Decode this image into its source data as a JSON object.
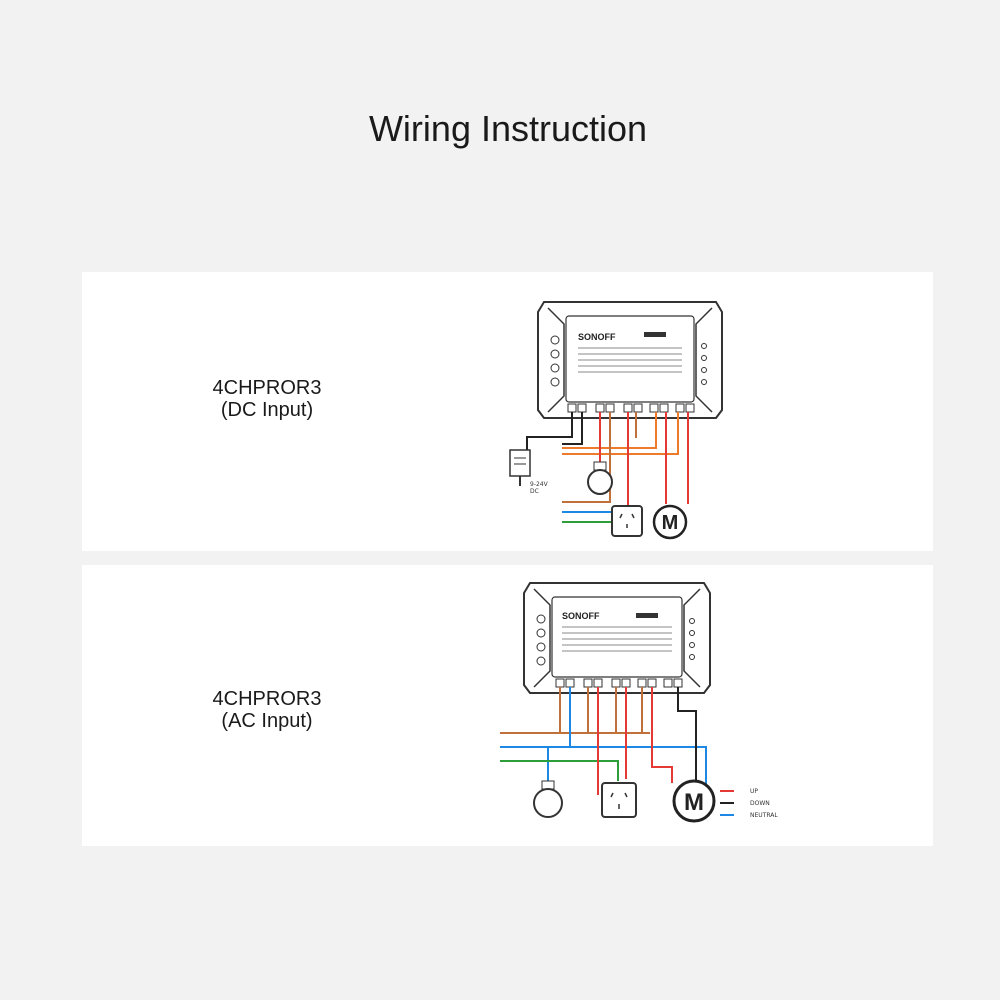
{
  "title": "Wiring Instruction",
  "brand": "SONOFF",
  "panels": [
    {
      "model": "4CHPROR3",
      "input": "(DC Input)",
      "adapter_label_1": "9-24V",
      "adapter_label_2": "DC"
    },
    {
      "model": "4CHPROR3",
      "input": "(AC Input)",
      "motor_symbol": "M",
      "legend": [
        {
          "label": "UP",
          "color": "#e53935"
        },
        {
          "label": "DOWN",
          "color": "#222222"
        },
        {
          "label": "NEUTRAL",
          "color": "#1e88e5"
        }
      ]
    }
  ],
  "colors": {
    "live": "#c0703a",
    "neutral": "#1e88e5",
    "earth": "#2e9e3a",
    "up": "#e53935",
    "down": "#222222",
    "dc_positive": "#ee7a2c"
  }
}
